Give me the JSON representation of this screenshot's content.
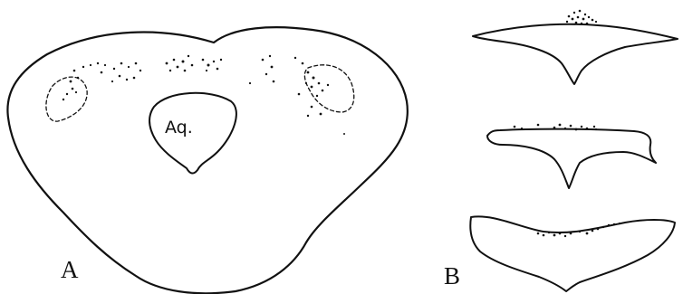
{
  "panels": {
    "a": {
      "label": "A",
      "cavity_label": "Aq."
    },
    "b": {
      "label": "B"
    }
  },
  "colors": {
    "ink": "#111111",
    "background": "#ffffff"
  }
}
